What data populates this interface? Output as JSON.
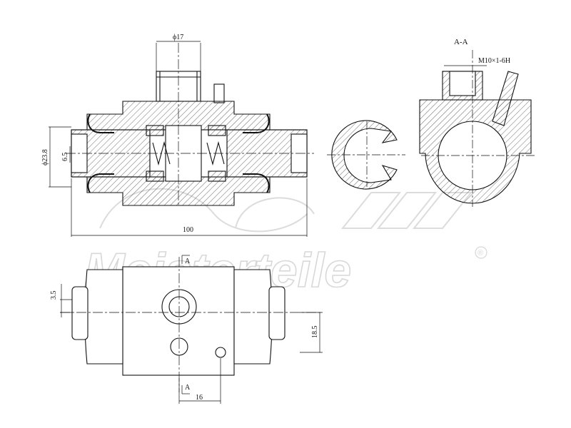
{
  "drawing": {
    "section_label": "A-A",
    "dimensions": {
      "bore_diameter": "ϕ17",
      "overall_length": "100",
      "outer_diameter": "ϕ23.8",
      "inner_height": "6.5",
      "thread_spec": "M10×1-6H",
      "side_offset": "3.5",
      "port_offset": "18.5",
      "port_spacing": "16"
    },
    "section_markers": [
      "A",
      "A"
    ]
  },
  "watermark": {
    "brand": "Meisterteile",
    "registered_mark": "®"
  },
  "colors": {
    "line": "#111111",
    "hatch": "#333333",
    "watermark": "#d8d8d8"
  }
}
